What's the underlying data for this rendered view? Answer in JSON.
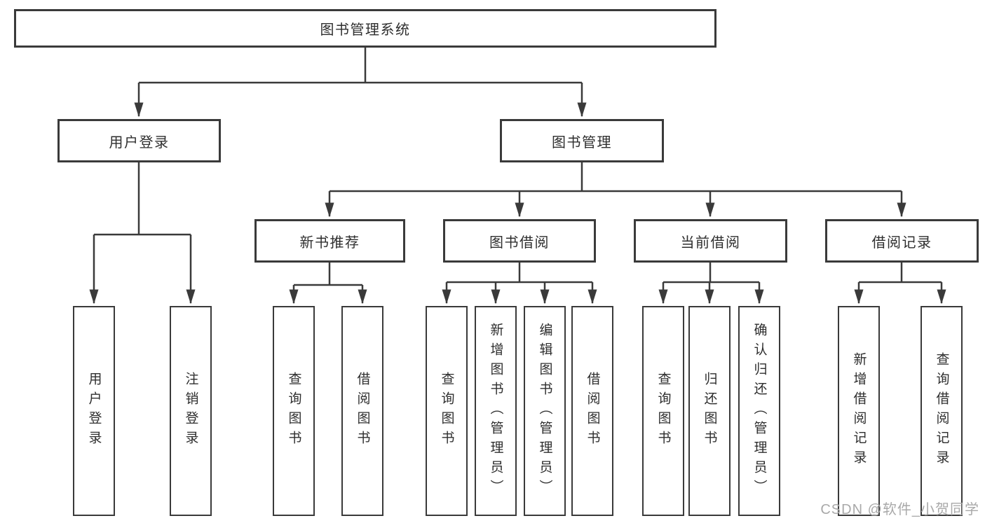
{
  "nodes": {
    "root": "图书管理系统",
    "l2": [
      "用户登录",
      "图书管理"
    ],
    "l3": [
      "新书推荐",
      "图书借阅",
      "当前借阅",
      "借阅记录"
    ],
    "l4": [
      "用户登录",
      "注销登录",
      "查询图书",
      "借阅图书",
      "查询图书",
      "新增图书（管理员）",
      "编辑图书（管理员）",
      "借阅图书",
      "查询图书",
      "归还图书",
      "确认归还（管理员）",
      "新增借阅记录",
      "查询借阅记录"
    ]
  },
  "watermark": "CSDN @软件_小贺同学",
  "colors": {
    "line": "#3a3a3a",
    "box_border": "#3a3a3a",
    "text": "#2e2e2e",
    "watermark": "#a9a9a9",
    "background": "#ffffff"
  }
}
